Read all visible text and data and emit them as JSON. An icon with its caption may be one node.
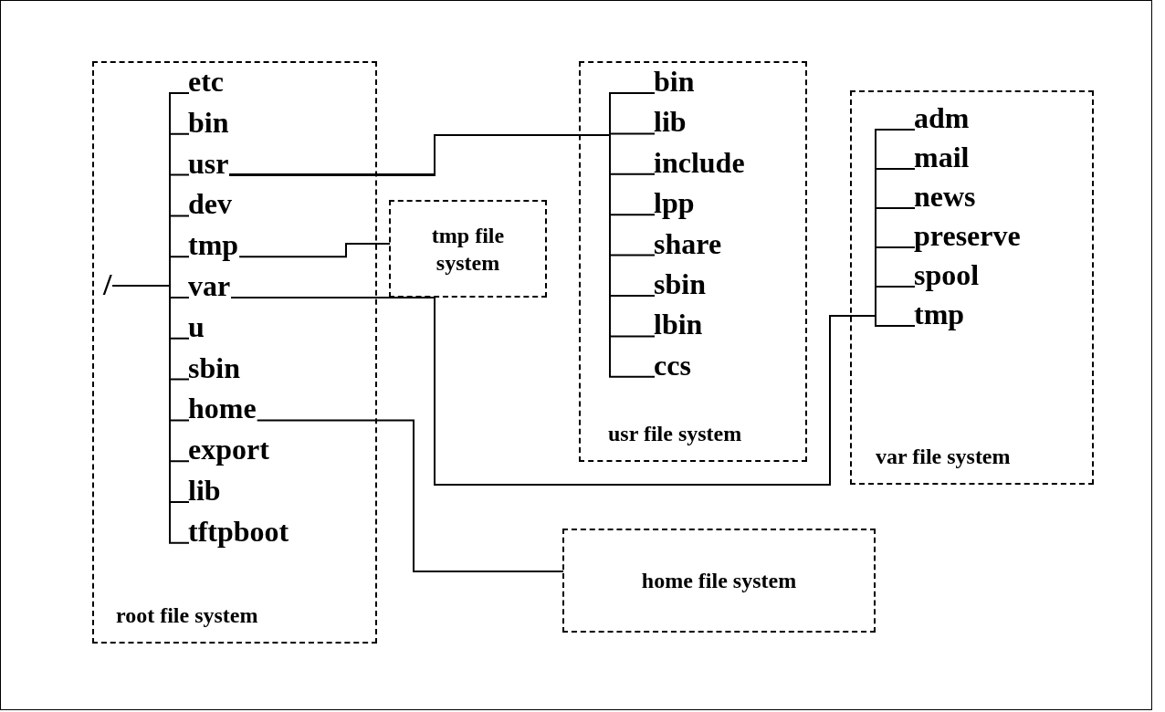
{
  "diagram": {
    "nodes": [
      {
        "text": [
          "root file system"
        ]
      },
      {
        "text": [
          "/"
        ],
        "in": 0
      },
      {
        "text": [
          "etc"
        ],
        "in": 0
      },
      {
        "text": [
          "bin"
        ],
        "in": 0
      },
      {
        "text": [
          "usr"
        ],
        "in": 0
      },
      {
        "text": [
          "dev"
        ],
        "in": 0
      },
      {
        "text": [
          "tmp"
        ],
        "in": 0
      },
      {
        "text": [
          "var"
        ],
        "in": 0
      },
      {
        "text": [
          "u"
        ],
        "in": 0
      },
      {
        "text": [
          "sbin"
        ],
        "in": 0
      },
      {
        "text": [
          "home"
        ],
        "in": 0
      },
      {
        "text": [
          "export"
        ],
        "in": 0
      },
      {
        "text": [
          "lib"
        ],
        "in": 0
      },
      {
        "text": [
          "tftpboot"
        ],
        "in": 0
      },
      {
        "text": [
          "tmp file system"
        ]
      },
      {
        "text": [
          "usr file system"
        ]
      },
      {
        "text": [
          "bin"
        ],
        "in": 15
      },
      {
        "text": [
          "lib"
        ],
        "in": 15
      },
      {
        "text": [
          "include"
        ],
        "in": 15
      },
      {
        "text": [
          "lpp"
        ],
        "in": 15
      },
      {
        "text": [
          "share"
        ],
        "in": 15
      },
      {
        "text": [
          "sbin"
        ],
        "in": 15
      },
      {
        "text": [
          "lbin"
        ],
        "in": 15
      },
      {
        "text": [
          "ccs"
        ],
        "in": 15
      },
      {
        "text": [
          "var file system"
        ]
      },
      {
        "text": [
          "adm"
        ],
        "in": 24
      },
      {
        "text": [
          "mail"
        ],
        "in": 24
      },
      {
        "text": [
          "news"
        ],
        "in": 24
      },
      {
        "text": [
          "preserve"
        ],
        "in": 24
      },
      {
        "text": [
          "spool"
        ],
        "in": 24
      },
      {
        "text": [
          "tmp"
        ],
        "in": 24
      },
      {
        "text": [
          "home file system"
        ]
      }
    ],
    "edges": [
      {
        "from": 1,
        "to": 2,
        "arrow": "none"
      },
      {
        "from": 1,
        "to": 3,
        "arrow": "none"
      },
      {
        "from": 1,
        "to": 4,
        "arrow": "none"
      },
      {
        "from": 1,
        "to": 5,
        "arrow": "none"
      },
      {
        "from": 1,
        "to": 6,
        "arrow": "none"
      },
      {
        "from": 1,
        "to": 7,
        "arrow": "none"
      },
      {
        "from": 1,
        "to": 8,
        "arrow": "none"
      },
      {
        "from": 1,
        "to": 9,
        "arrow": "none"
      },
      {
        "from": 1,
        "to": 10,
        "arrow": "none"
      },
      {
        "from": 1,
        "to": 11,
        "arrow": "none"
      },
      {
        "from": 1,
        "to": 12,
        "arrow": "none"
      },
      {
        "from": 1,
        "to": 13,
        "arrow": "none"
      },
      {
        "from": 4,
        "to": 16,
        "arrow": "none"
      },
      {
        "from": 4,
        "to": 17,
        "arrow": "none"
      },
      {
        "from": 4,
        "to": 18,
        "arrow": "none"
      },
      {
        "from": 4,
        "to": 19,
        "arrow": "none"
      },
      {
        "from": 4,
        "to": 20,
        "arrow": "none"
      },
      {
        "from": 4,
        "to": 21,
        "arrow": "none"
      },
      {
        "from": 4,
        "to": 22,
        "arrow": "none"
      },
      {
        "from": 4,
        "to": 23,
        "arrow": "none"
      },
      {
        "from": 6,
        "to": 14,
        "arrow": "none"
      },
      {
        "from": 7,
        "to": 25,
        "arrow": "none"
      },
      {
        "from": 7,
        "to": 26,
        "arrow": "none"
      },
      {
        "from": 7,
        "to": 27,
        "arrow": "none"
      },
      {
        "from": 7,
        "to": 28,
        "arrow": "none"
      },
      {
        "from": 7,
        "to": 29,
        "arrow": "none"
      },
      {
        "from": 7,
        "to": 30,
        "arrow": "none"
      },
      {
        "from": 10,
        "to": 31,
        "arrow": "none"
      }
    ]
  }
}
